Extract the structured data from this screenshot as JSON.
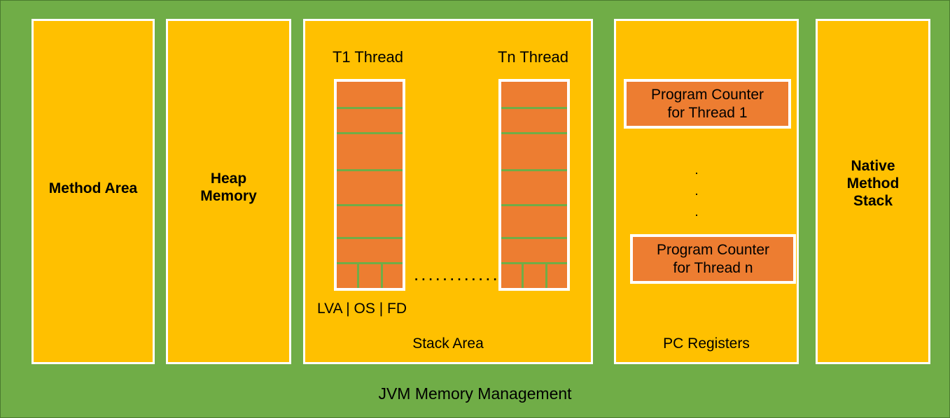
{
  "diagram": {
    "footer_title": "JVM Memory Management",
    "colors": {
      "background_green": "#70AD47",
      "panel_yellow": "#FFC000",
      "block_orange": "#ED7D31",
      "border_white": "#FFFFFF",
      "text_black": "#000000"
    }
  },
  "panels": {
    "method_area": {
      "label": "Method Area"
    },
    "heap_memory": {
      "label": "Heap\nMemory"
    },
    "stack_area": {
      "label": "Stack Area",
      "frame_legend": "LVA | OS | FD",
      "ellipsis": "................",
      "threads": [
        {
          "label": "T1 Thread"
        },
        {
          "label": "Tn Thread"
        }
      ]
    },
    "pc_registers": {
      "label": "PC Registers",
      "vertical_ellipsis": ".\n.\n.",
      "counters": [
        {
          "label": "Program Counter\nfor Thread 1"
        },
        {
          "label": "Program Counter\nfor Thread n"
        }
      ]
    },
    "native_method_stack": {
      "label": "Native\nMethod\nStack"
    }
  }
}
